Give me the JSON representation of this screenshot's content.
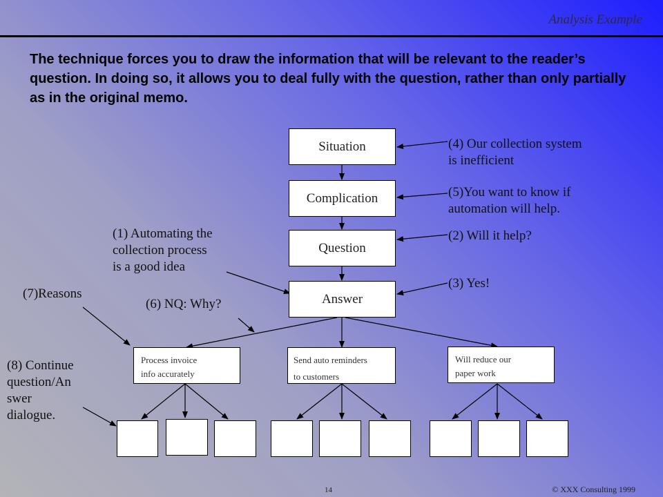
{
  "header": {
    "title": "Analysis Example"
  },
  "intro": {
    "text": "The technique forces you to draw the information that will be relevant to the reader’s question. In doing so, it allows you to deal fully with the question, rather than only partially as in the original memo."
  },
  "boxes": {
    "situation": "Situation",
    "complication": "Complication",
    "question": "Question",
    "answer": "Answer",
    "reason1": "Process invoice\ninfo accurately",
    "reason2": "Send auto reminders\nto customers",
    "reason3": "Will reduce our\npaper work"
  },
  "notes": {
    "n4": "(4) Our collection system\nis inefficient",
    "n5": "(5)You want to know if\nautomation will help.",
    "n2": "(2) Will it help?",
    "n3": "(3) Yes!",
    "n1": "(1) Automating the\ncollection process\nis a good idea",
    "n7": "(7)Reasons",
    "n6": "(6) NQ: Why?",
    "n8": "(8) Continue\nquestion/An\nswer\ndialogue."
  },
  "footer": {
    "page_number": "14",
    "copyright": "© XXX Consulting 1999"
  }
}
